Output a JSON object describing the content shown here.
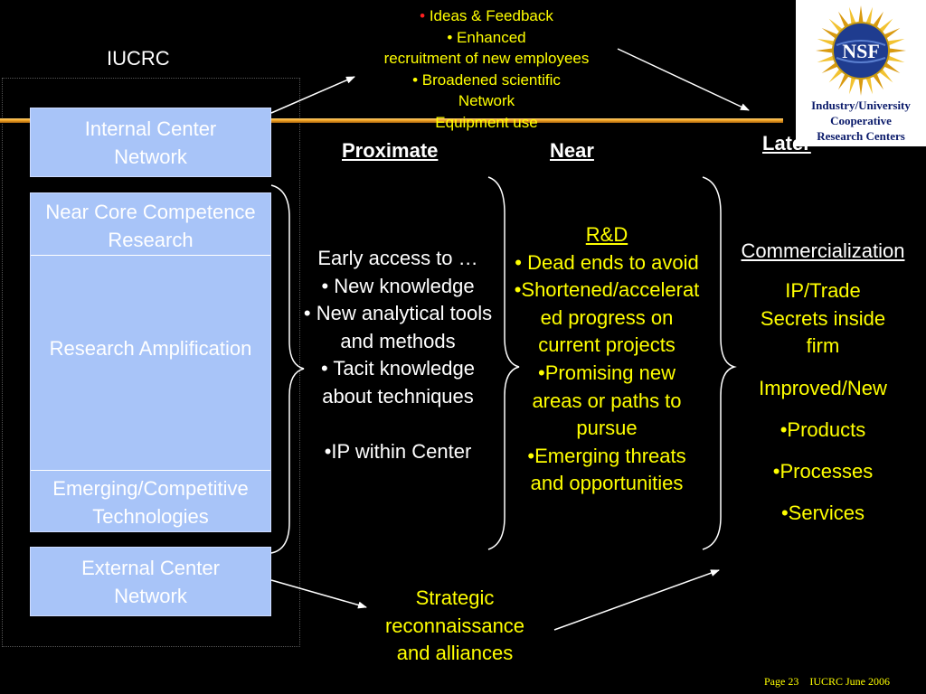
{
  "title": "IUCRC",
  "logo": {
    "emblem_text": "NSF",
    "caption": [
      "Industry/University",
      "Cooperative",
      "Research Centers"
    ]
  },
  "top_outcomes": [
    {
      "text": "Ideas & Feedback",
      "bullet": "•",
      "bullet_color": "#ff2020"
    },
    {
      "text": "• Enhanced"
    },
    {
      "text": "recruitment of  new employees"
    },
    {
      "text": "• Broadened scientific"
    },
    {
      "text": "Network"
    },
    {
      "text": "Equipment use"
    }
  ],
  "left_boxes": {
    "internal": [
      "Internal Center",
      "Network"
    ],
    "near_core": [
      "Near Core Competence",
      "Research"
    ],
    "amplification": "Research Amplification",
    "emerging": [
      "Emerging/Competitive",
      "Technologies"
    ],
    "external": [
      "External Center",
      "Network"
    ]
  },
  "columns": {
    "proximate": {
      "heading": "Proximate",
      "lines": [
        "Early access to …",
        "• New knowledge",
        "• New analytical tools",
        "and methods",
        "• Tacit knowledge",
        "about techniques",
        "",
        "•IP within Center"
      ]
    },
    "near": {
      "heading": "Near",
      "subheading": "R&D",
      "lines": [
        "• Dead ends to avoid",
        "•Shortened/accelerat",
        "ed progress on",
        "current projects",
        "•Promising new",
        "areas or paths to",
        "pursue",
        "•Emerging threats",
        "and opportunities"
      ]
    },
    "later": {
      "heading": "Later",
      "subheading": "Commercialization",
      "items": [
        "IP/Trade",
        "Secrets inside",
        "firm",
        "Improved/New",
        "•Products",
        "•Processes",
        "•Services"
      ]
    }
  },
  "strategic": [
    "Strategic",
    "reconnaissance",
    "and alliances"
  ],
  "footer": {
    "page": "Page 23",
    "date": "IUCRC June 2006"
  },
  "colors": {
    "background": "#000000",
    "box_fill": "#a8c4f8",
    "accent_text": "#ffff00",
    "gold_bar": "#f0a020"
  }
}
